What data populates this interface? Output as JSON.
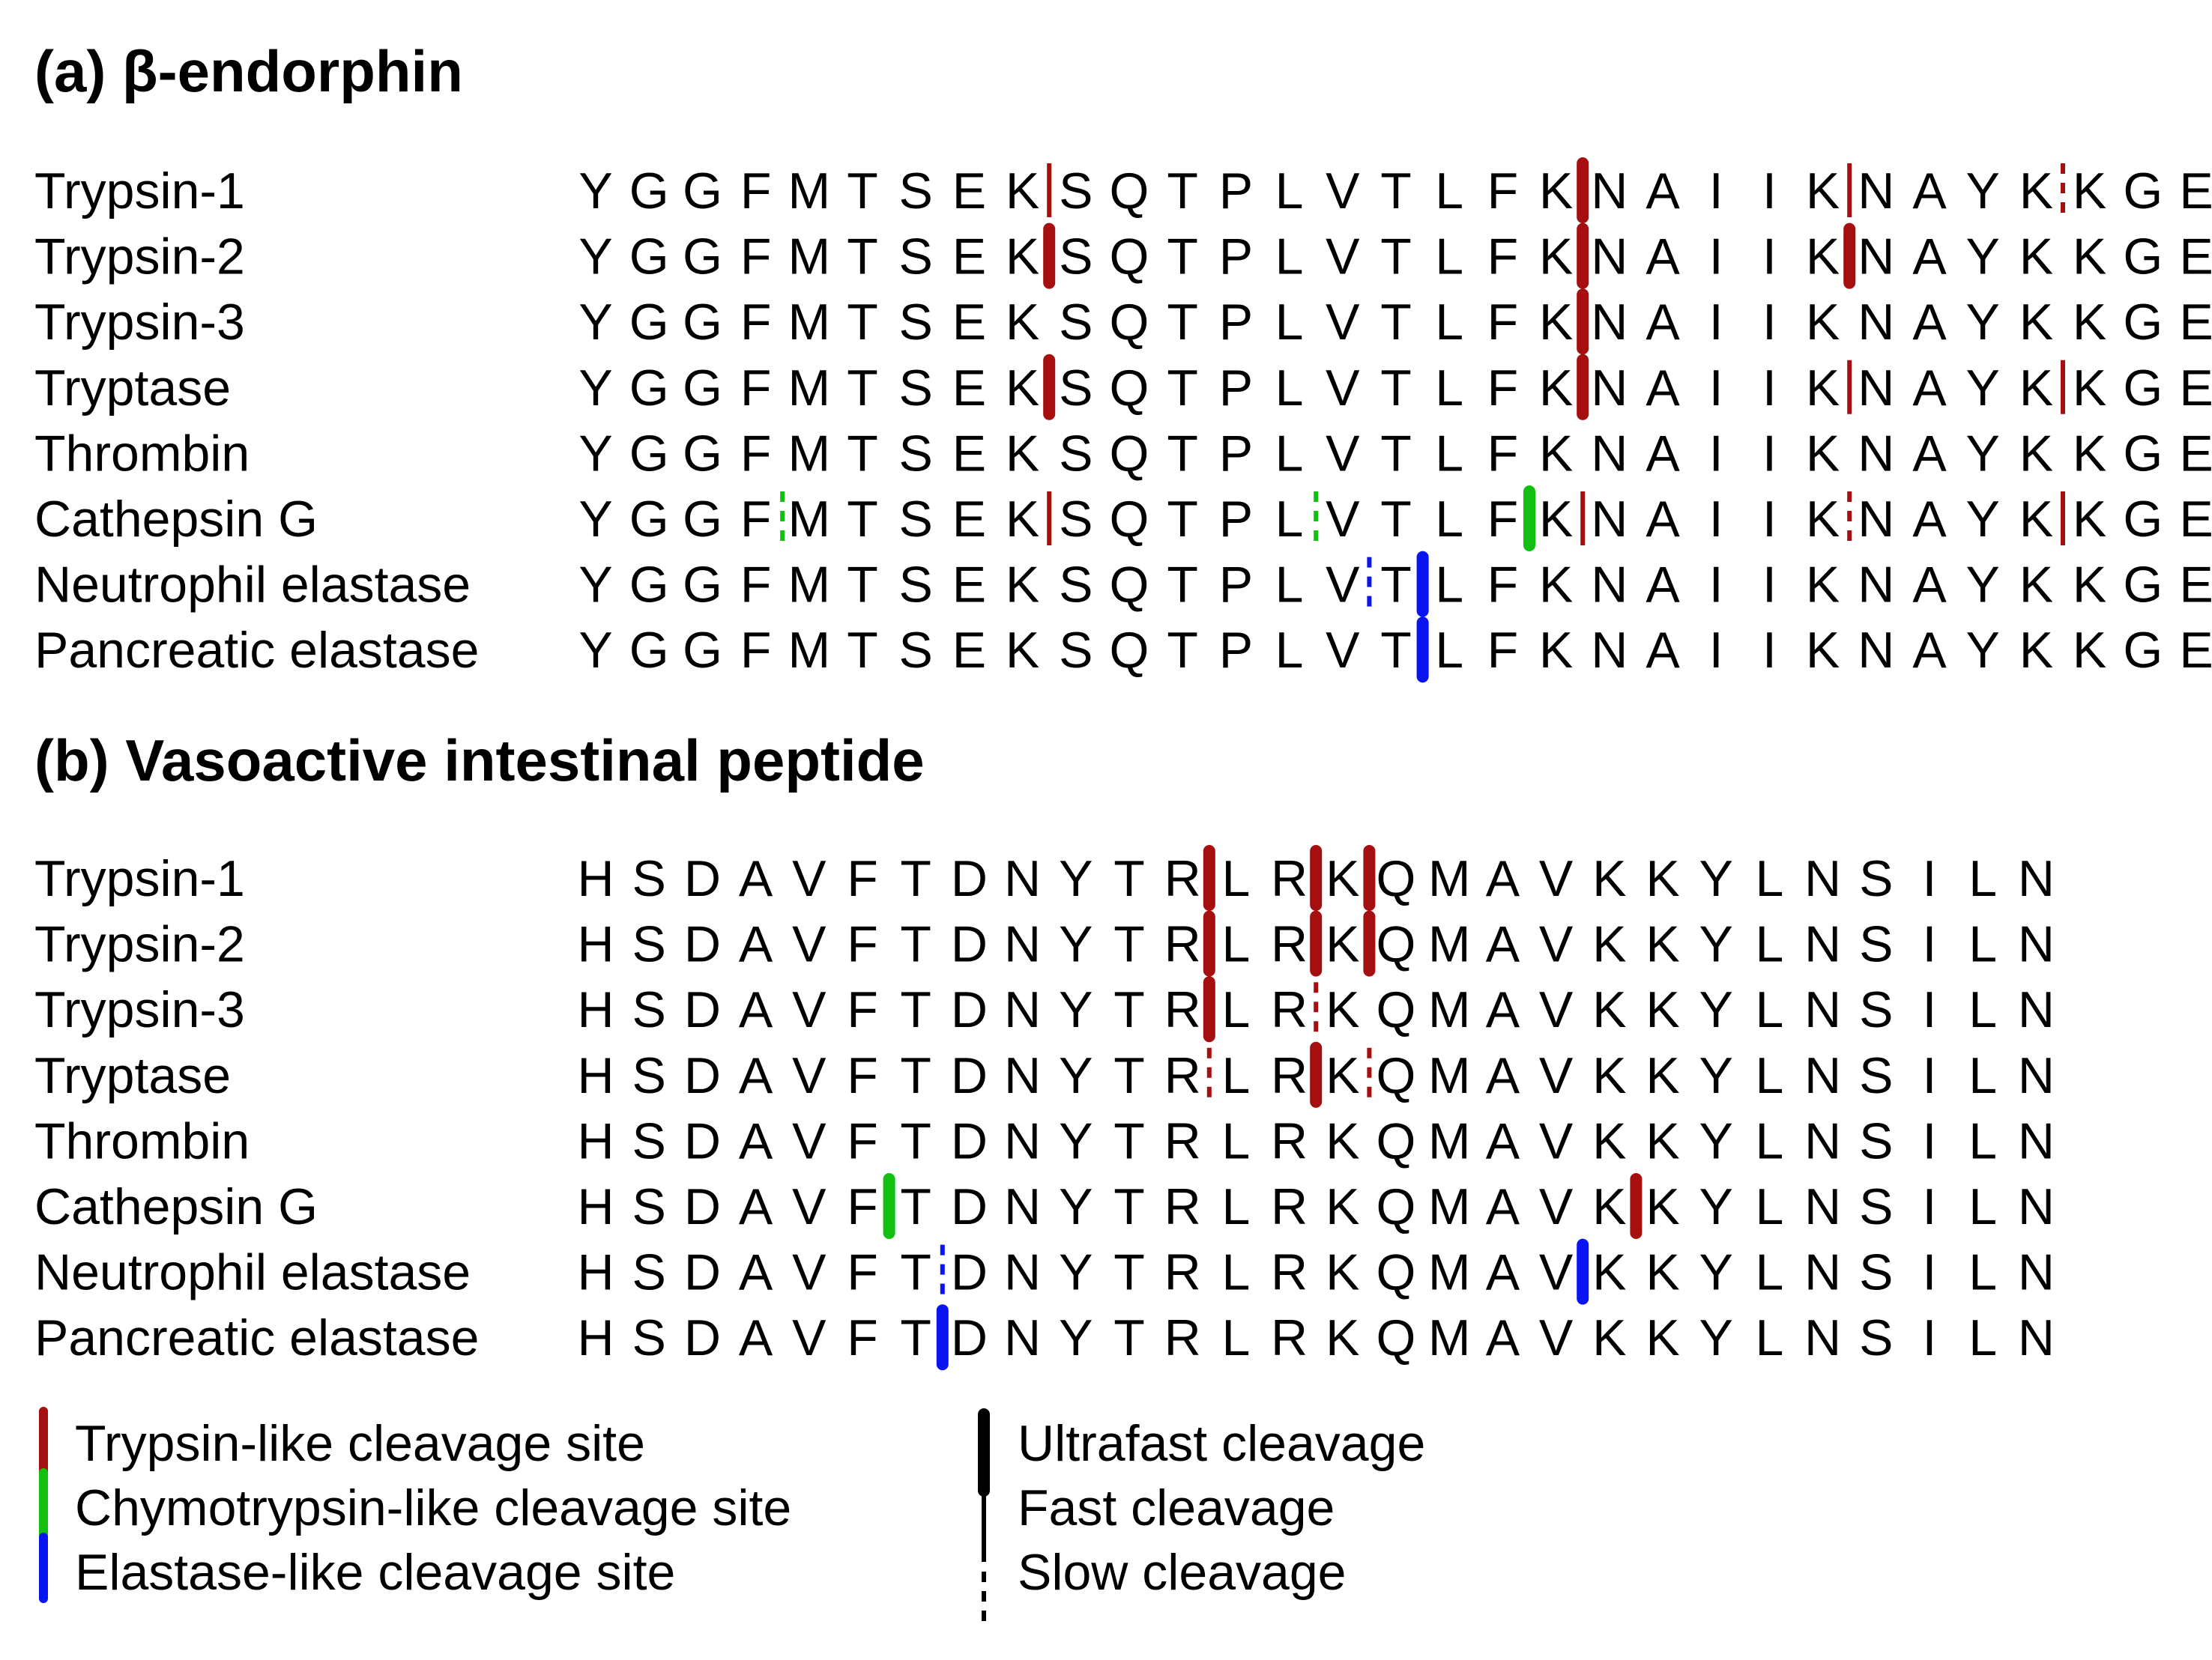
{
  "colors": {
    "trypsin_like": "#a50f0f",
    "chymotrypsin_like": "#11c011",
    "elastase_like": "#0a14f0",
    "text": "#000000"
  },
  "panels": [
    {
      "id": "a",
      "title": "(a) β-endorphin",
      "sequence": "YGGFMTSEKSQTPLVTLFKNAIIKNAYKKGE",
      "rows": [
        {
          "enzyme": "Trypsin-1",
          "cuts": [
            {
              "after": 9,
              "type": "trypsin_like",
              "speed": "fast"
            },
            {
              "after": 19,
              "type": "trypsin_like",
              "speed": "ultrafast"
            },
            {
              "after": 24,
              "type": "trypsin_like",
              "speed": "fast"
            },
            {
              "after": 28,
              "type": "trypsin_like",
              "speed": "slow"
            }
          ]
        },
        {
          "enzyme": "Trypsin-2",
          "cuts": [
            {
              "after": 9,
              "type": "trypsin_like",
              "speed": "ultrafast"
            },
            {
              "after": 19,
              "type": "trypsin_like",
              "speed": "ultrafast"
            },
            {
              "after": 24,
              "type": "trypsin_like",
              "speed": "ultrafast"
            }
          ]
        },
        {
          "enzyme": "Trypsin-3",
          "cuts": [
            {
              "after": 19,
              "type": "trypsin_like",
              "speed": "ultrafast"
            }
          ]
        },
        {
          "enzyme": "Tryptase",
          "cuts": [
            {
              "after": 9,
              "type": "trypsin_like",
              "speed": "ultrafast"
            },
            {
              "after": 19,
              "type": "trypsin_like",
              "speed": "ultrafast"
            },
            {
              "after": 24,
              "type": "trypsin_like",
              "speed": "fast"
            },
            {
              "after": 28,
              "type": "trypsin_like",
              "speed": "fast"
            }
          ]
        },
        {
          "enzyme": "Thrombin",
          "cuts": []
        },
        {
          "enzyme": "Cathepsin G",
          "cuts": [
            {
              "after": 4,
              "type": "chymotrypsin_like",
              "speed": "slow"
            },
            {
              "after": 9,
              "type": "trypsin_like",
              "speed": "fast"
            },
            {
              "after": 14,
              "type": "chymotrypsin_like",
              "speed": "slow"
            },
            {
              "after": 18,
              "type": "chymotrypsin_like",
              "speed": "ultrafast"
            },
            {
              "after": 19,
              "type": "trypsin_like",
              "speed": "fast"
            },
            {
              "after": 24,
              "type": "trypsin_like",
              "speed": "slow"
            },
            {
              "after": 28,
              "type": "trypsin_like",
              "speed": "fast"
            }
          ]
        },
        {
          "enzyme": "Neutrophil elastase",
          "cuts": [
            {
              "after": 15,
              "type": "elastase_like",
              "speed": "slow"
            },
            {
              "after": 16,
              "type": "elastase_like",
              "speed": "ultrafast"
            }
          ]
        },
        {
          "enzyme": "Pancreatic elastase",
          "cuts": [
            {
              "after": 16,
              "type": "elastase_like",
              "speed": "ultrafast"
            }
          ]
        }
      ]
    },
    {
      "id": "b",
      "title": "(b) Vasoactive intestinal peptide",
      "sequence": "HSDAVFTDNYTRLRKQMAVKKYLNSILN",
      "rows": [
        {
          "enzyme": "Trypsin-1",
          "cuts": [
            {
              "after": 12,
              "type": "trypsin_like",
              "speed": "ultrafast"
            },
            {
              "after": 14,
              "type": "trypsin_like",
              "speed": "ultrafast"
            },
            {
              "after": 15,
              "type": "trypsin_like",
              "speed": "ultrafast"
            }
          ]
        },
        {
          "enzyme": "Trypsin-2",
          "cuts": [
            {
              "after": 12,
              "type": "trypsin_like",
              "speed": "ultrafast"
            },
            {
              "after": 14,
              "type": "trypsin_like",
              "speed": "ultrafast"
            },
            {
              "after": 15,
              "type": "trypsin_like",
              "speed": "ultrafast"
            }
          ]
        },
        {
          "enzyme": "Trypsin-3",
          "cuts": [
            {
              "after": 12,
              "type": "trypsin_like",
              "speed": "ultrafast"
            },
            {
              "after": 14,
              "type": "trypsin_like",
              "speed": "slow"
            }
          ]
        },
        {
          "enzyme": "Tryptase",
          "cuts": [
            {
              "after": 12,
              "type": "trypsin_like",
              "speed": "slow"
            },
            {
              "after": 14,
              "type": "trypsin_like",
              "speed": "ultrafast"
            },
            {
              "after": 15,
              "type": "trypsin_like",
              "speed": "slow"
            }
          ]
        },
        {
          "enzyme": "Thrombin",
          "cuts": []
        },
        {
          "enzyme": "Cathepsin G",
          "cuts": [
            {
              "after": 6,
              "type": "chymotrypsin_like",
              "speed": "ultrafast"
            },
            {
              "after": 20,
              "type": "trypsin_like",
              "speed": "ultrafast"
            }
          ]
        },
        {
          "enzyme": "Neutrophil elastase",
          "cuts": [
            {
              "after": 7,
              "type": "elastase_like",
              "speed": "slow"
            },
            {
              "after": 19,
              "type": "elastase_like",
              "speed": "ultrafast"
            }
          ]
        },
        {
          "enzyme": "Pancreatic elastase",
          "cuts": [
            {
              "after": 7,
              "type": "elastase_like",
              "speed": "ultrafast"
            }
          ]
        }
      ]
    }
  ],
  "legend": {
    "site_types": [
      {
        "key": "trypsin_like",
        "label": "Trypsin-like cleavage site"
      },
      {
        "key": "chymotrypsin_like",
        "label": "Chymotrypsin-like cleavage site"
      },
      {
        "key": "elastase_like",
        "label": "Elastase-like cleavage site"
      }
    ],
    "speeds": [
      {
        "key": "ultrafast",
        "label": "Ultrafast cleavage"
      },
      {
        "key": "fast",
        "label": "Fast cleavage"
      },
      {
        "key": "slow",
        "label": "Slow cleavage"
      }
    ]
  }
}
